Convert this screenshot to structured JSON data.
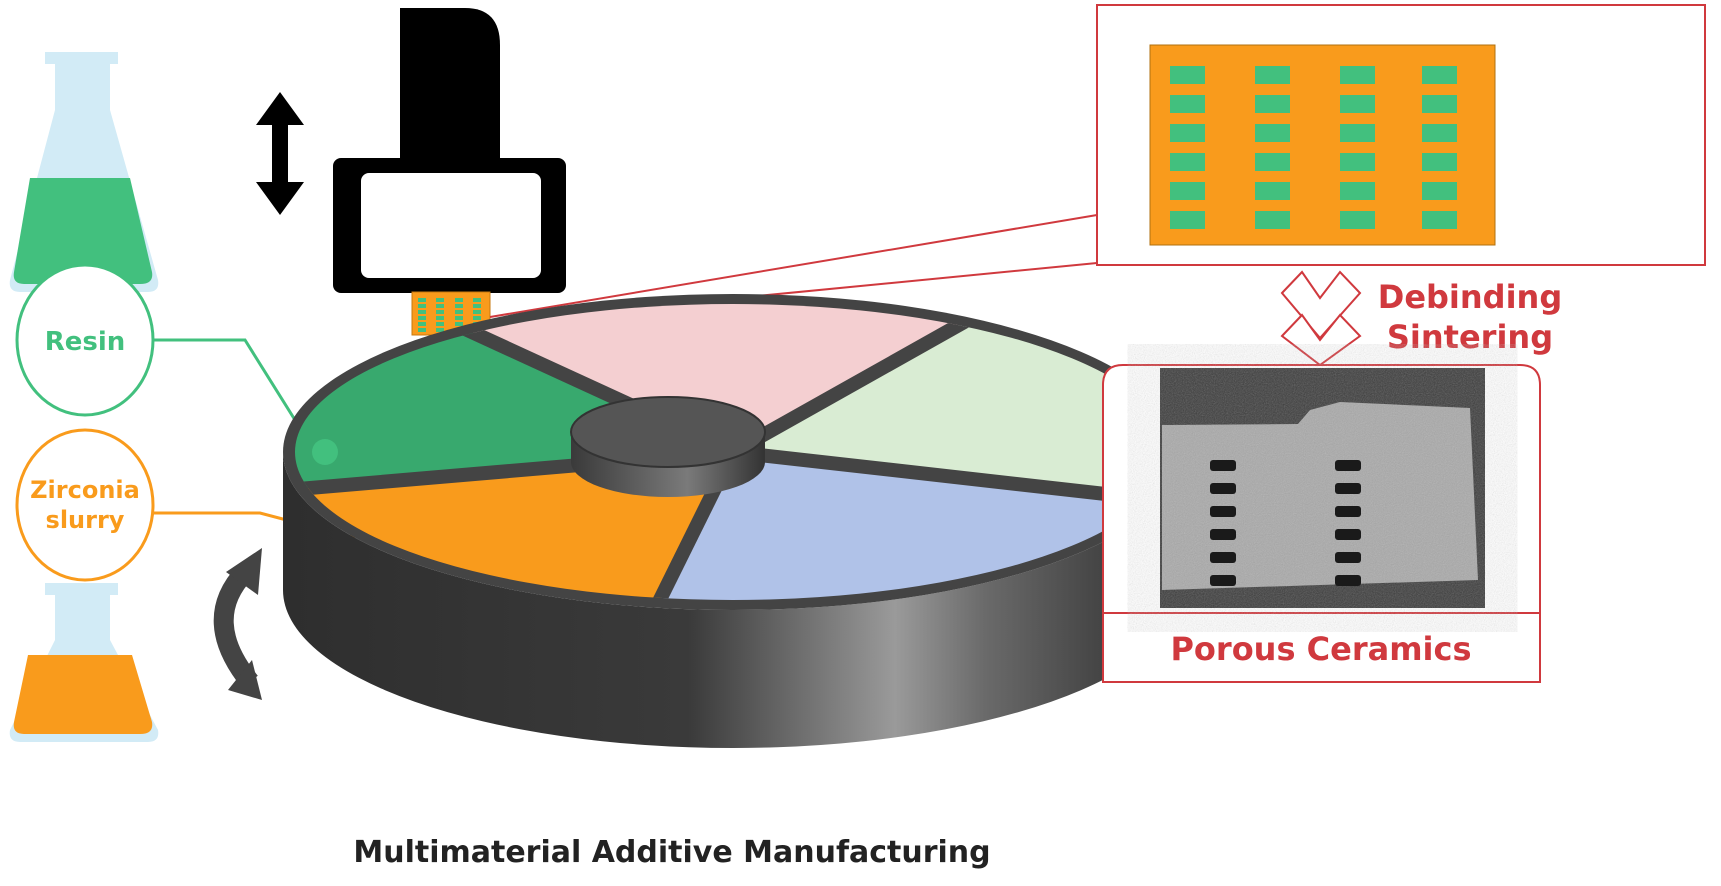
{
  "labels": {
    "resin": "Resin",
    "zirconia_line1": "Zirconia",
    "zirconia_line2": "slurry",
    "debinding": "Debinding",
    "sintering": "Sintering",
    "porous_ceramics": "Porous Ceramics",
    "title": "Multimaterial Additive Manufacturing"
  },
  "colors": {
    "resin": "#42c07e",
    "zirconia": "#f99b1c",
    "accent_red": "#d0393e",
    "segment_green": "#38a96e",
    "segment_pink": "#f4cfd1",
    "segment_lightgreen": "#d9ecd3",
    "segment_blue": "#b0c2e8",
    "segment_orange": "#f99b1c",
    "flask_glass": "#d2ebf6"
  }
}
